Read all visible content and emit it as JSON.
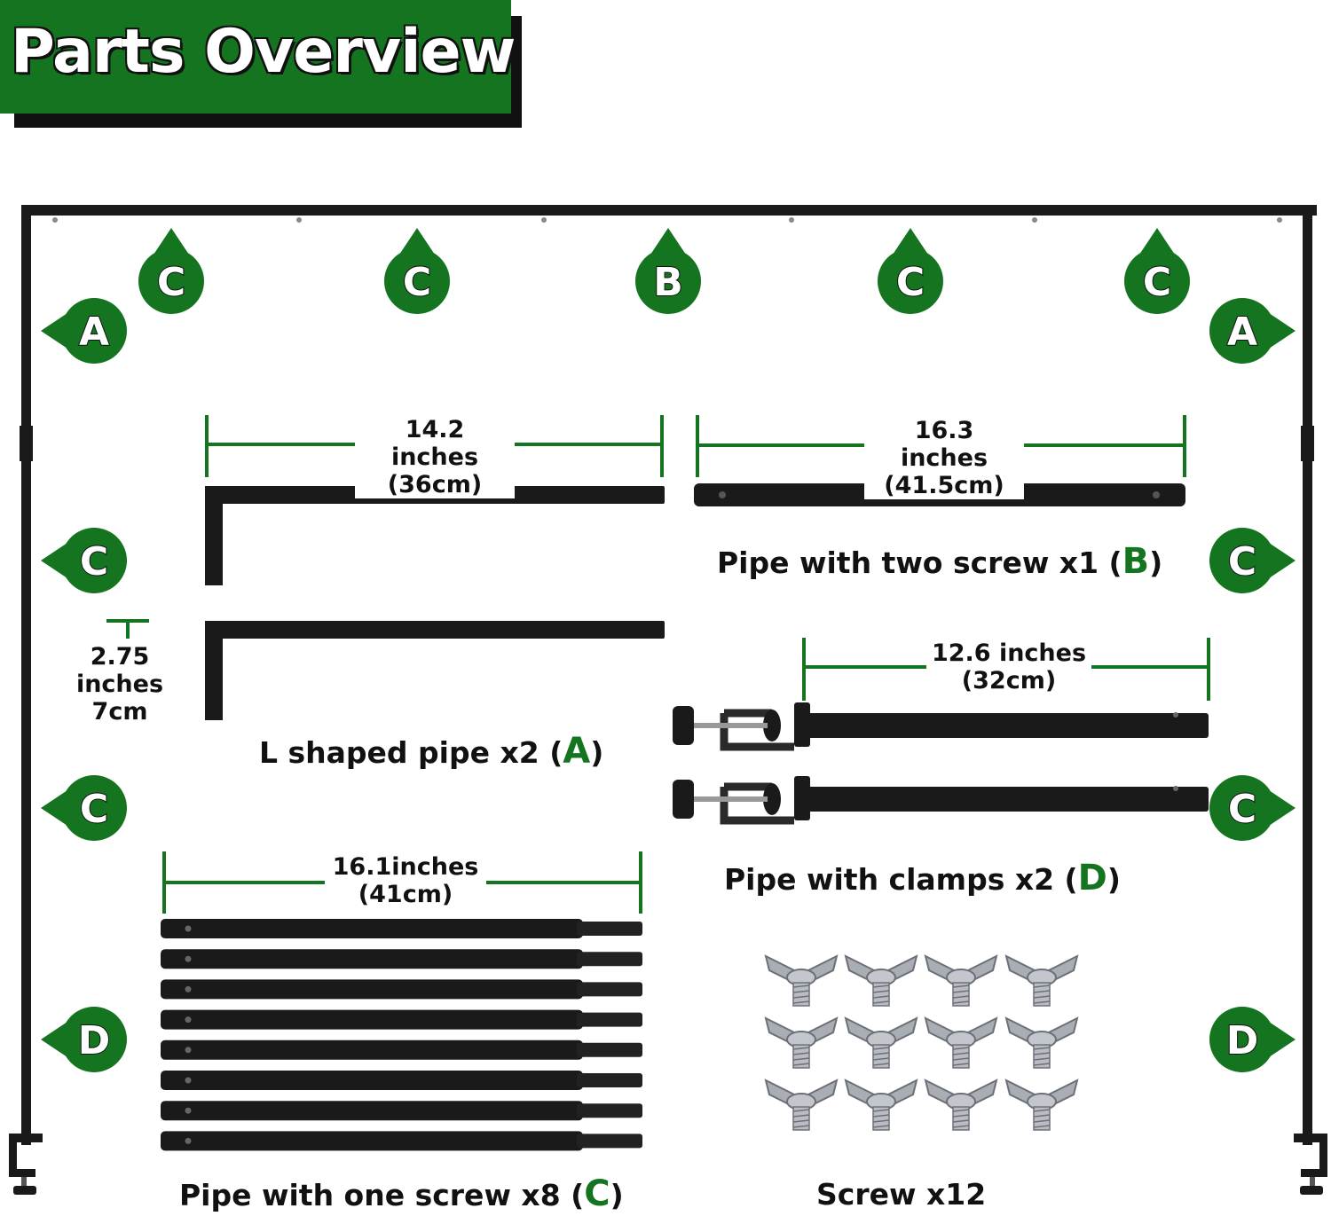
{
  "title": "Parts Overview",
  "colors": {
    "accent_green": "#15741f",
    "pipe_black": "#1a1a1a",
    "screw_silver": "#b9bcc2"
  },
  "frame_markers": {
    "top": [
      "C",
      "C",
      "B",
      "C",
      "C"
    ],
    "left": [
      "A",
      "C",
      "C",
      "D"
    ],
    "right": [
      "A",
      "C",
      "C",
      "D"
    ]
  },
  "parts": {
    "l_pipe": {
      "dim_top": "14.2 inches",
      "dim_bottom": "(36cm)",
      "side_dim_top": "2.75 inches",
      "side_dim_bottom": "7cm",
      "caption": "L shaped pipe x2 (",
      "letter": "A",
      "caption_end": ")"
    },
    "two_screw_pipe": {
      "dim_top": "16.3 inches",
      "dim_bottom": "(41.5cm)",
      "caption": "Pipe with two screw x1 (",
      "letter": "B",
      "caption_end": ")"
    },
    "clamp_pipe": {
      "dim_top": "12.6 inches",
      "dim_bottom": "(32cm)",
      "caption": "Pipe with clamps x2 (",
      "letter": "D",
      "caption_end": ")"
    },
    "one_screw_pipe": {
      "dim_top": "16.1inches",
      "dim_bottom": "(41cm)",
      "caption": "Pipe with one screw x8 (",
      "letter": "C",
      "caption_end": ")"
    },
    "screws": {
      "caption": "Screw x12"
    }
  }
}
